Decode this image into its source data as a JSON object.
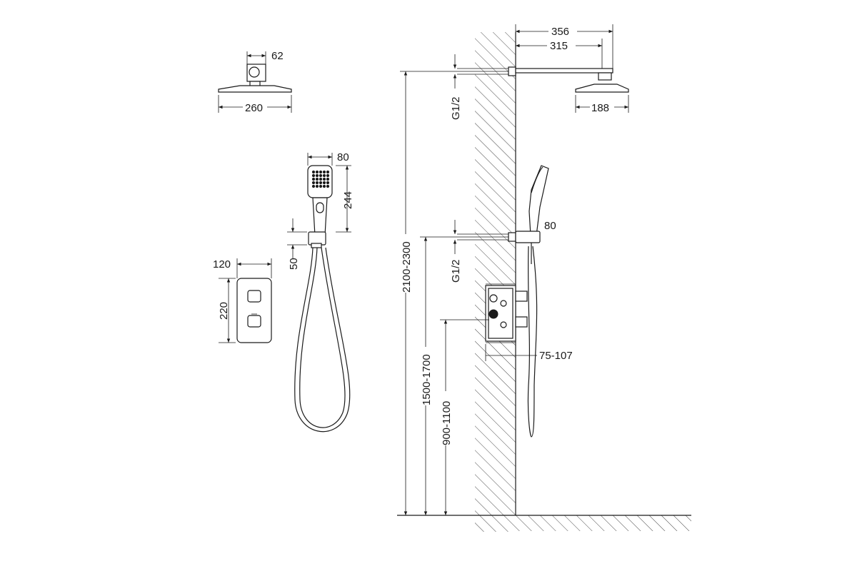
{
  "dimensions": {
    "head_neck_width": "62",
    "head_diameter": "260",
    "arm_total": "356",
    "arm_reach": "315",
    "head_side": "188",
    "hand_width": "80",
    "hand_length": "244",
    "holder_height": "50",
    "panel_width": "120",
    "panel_height": "220",
    "thread_top": "G1/2",
    "thread_mid": "G1/2",
    "holder_offset": "80",
    "box_depth": "75-107",
    "head_height": "2100-2300",
    "holder_height_floor": "1500-1700",
    "valve_height_floor": "900-1100"
  }
}
